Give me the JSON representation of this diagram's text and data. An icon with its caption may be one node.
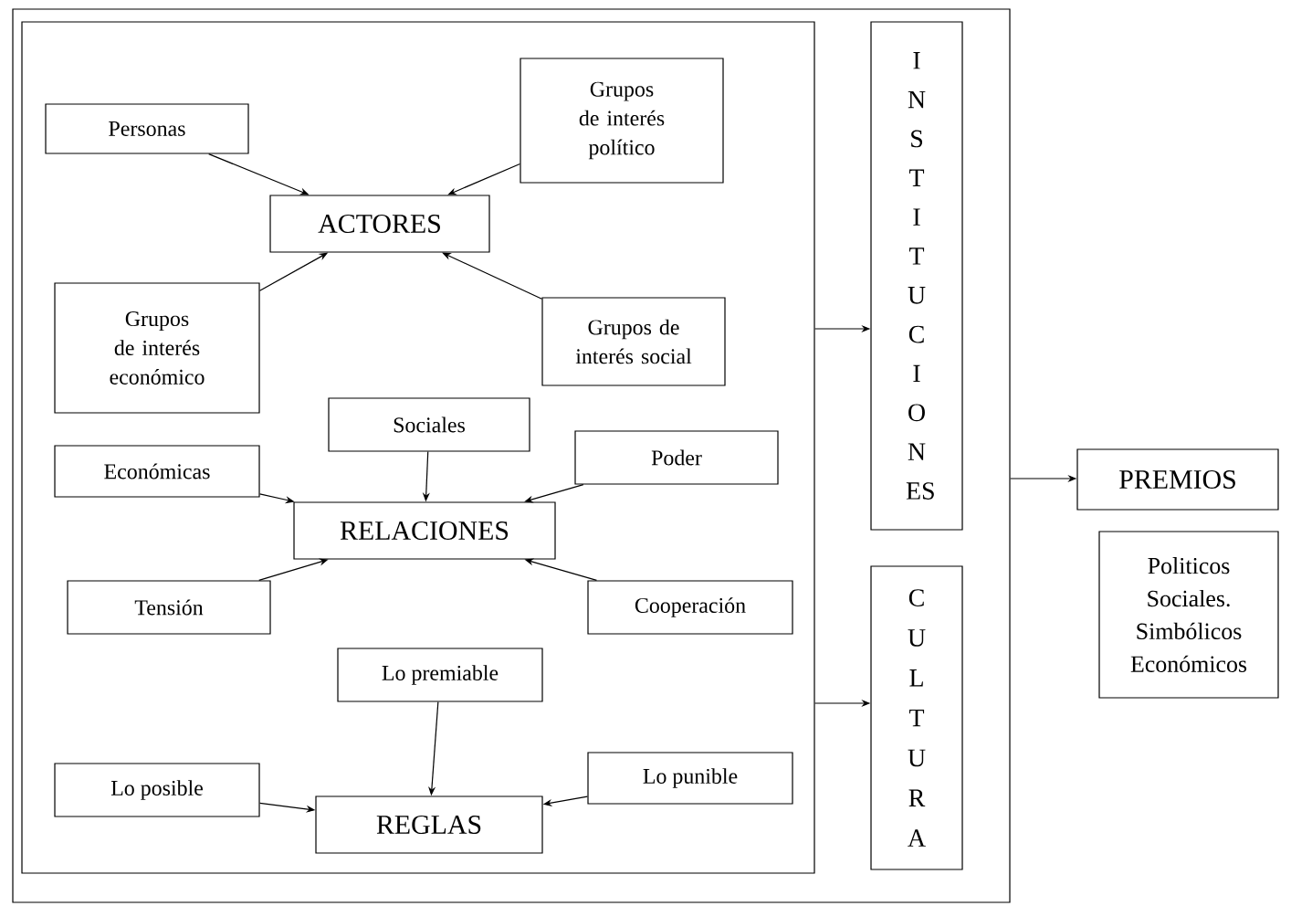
{
  "diagram": {
    "nodes": [
      {
        "text": [],
        "shape": "box"
      },
      {
        "text": [],
        "shape": "box",
        "in": 0
      },
      {
        "text": [
          "Personas"
        ],
        "in": 1
      },
      {
        "text": [
          "Grupos de interés político"
        ],
        "in": 1
      },
      {
        "text": [
          "ACTORES"
        ],
        "in": 1
      },
      {
        "text": [
          "Grupos de interés económico"
        ],
        "in": 1
      },
      {
        "text": [
          "Grupos de interés social"
        ],
        "in": 1
      },
      {
        "text": [
          "Sociales"
        ],
        "in": 1
      },
      {
        "text": [
          "Económicas"
        ],
        "in": 1
      },
      {
        "text": [
          "Poder"
        ],
        "in": 1
      },
      {
        "text": [
          "RELACIONES"
        ],
        "in": 1
      },
      {
        "text": [
          "Tensión"
        ],
        "in": 1
      },
      {
        "text": [
          "Cooperación"
        ],
        "in": 1
      },
      {
        "text": [
          "Lo premiable"
        ],
        "in": 1
      },
      {
        "text": [
          "Lo posible"
        ],
        "in": 1
      },
      {
        "text": [
          "Lo punible"
        ],
        "in": 1
      },
      {
        "text": [
          "REGLAS"
        ],
        "in": 1
      },
      {
        "text": [
          "I N S T I T U C I O N ES"
        ],
        "in": 0
      },
      {
        "text": [
          "C U L T U R A"
        ],
        "in": 0
      },
      {
        "text": [
          "PREMIOS"
        ]
      },
      {
        "text": [
          "Politicos Sociales. Simbólicos Económicos"
        ]
      }
    ],
    "edges": [
      {
        "from": 2,
        "to": 4,
        "arrow": "to"
      },
      {
        "from": 3,
        "to": 4,
        "arrow": "to"
      },
      {
        "from": 5,
        "to": 4,
        "arrow": "to"
      },
      {
        "from": 6,
        "to": 4,
        "arrow": "to"
      },
      {
        "from": 7,
        "to": 10,
        "arrow": "to"
      },
      {
        "from": 8,
        "to": 10,
        "arrow": "to"
      },
      {
        "from": 9,
        "to": 10,
        "arrow": "to"
      },
      {
        "from": 11,
        "to": 10,
        "arrow": "to"
      },
      {
        "from": 12,
        "to": 10,
        "arrow": "to"
      },
      {
        "from": 13,
        "to": 16,
        "arrow": "to"
      },
      {
        "from": 14,
        "to": 16,
        "arrow": "to"
      },
      {
        "from": 15,
        "to": 16,
        "arrow": "to"
      },
      {
        "from": 1,
        "to": 17,
        "arrow": "to"
      },
      {
        "from": 1,
        "to": 18,
        "arrow": "to"
      },
      {
        "from": 0,
        "to": 19,
        "arrow": "to"
      }
    ]
  }
}
